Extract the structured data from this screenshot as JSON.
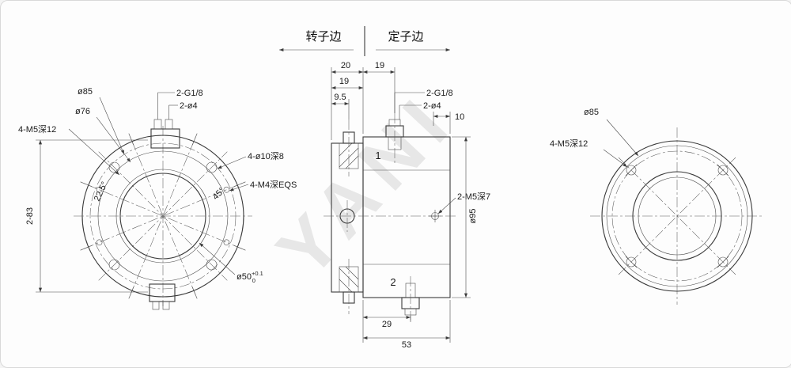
{
  "header": {
    "rotor_side": "转子边",
    "stator_side": "定子边"
  },
  "watermark": "YANI",
  "left_view": {
    "dia85": "ø85",
    "dia76": "ø76",
    "m5_holes": "4-M5深12",
    "g18_ports": "2-G1/8",
    "dia4_ports": "2-ø4",
    "dia10_holes": "4-ø10深8",
    "m4_holes": "4-M4深EQS",
    "angle_45": "45°",
    "angle_225": "22.5°",
    "dim_2_83": "2-83",
    "dia50": "ø50",
    "dia50_tol_upper": "+0.1",
    "dia50_tol_lower": "0"
  },
  "section_view": {
    "dim_20": "20",
    "dim_19_top": "19",
    "dim_19_left": "19",
    "dim_9_5": "9.5",
    "g18_ports": "2-G1/8",
    "dia4_ports": "2-ø4",
    "dim_10": "10",
    "port_1": "1",
    "port_2": "2",
    "m5_hole": "2-M5深7",
    "dia95": "ø95",
    "dim_29": "29",
    "dim_53": "53"
  },
  "right_view": {
    "dia85": "ø85",
    "m5_holes": "4-M5深12"
  }
}
